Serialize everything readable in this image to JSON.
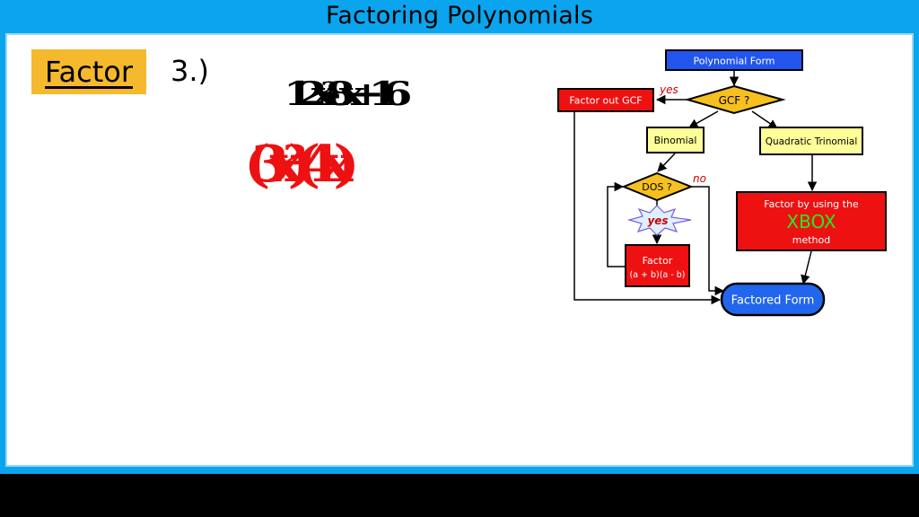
{
  "slide": {
    "title": "Factoring Polynomials",
    "factor_label": "Factor",
    "problem_number": "3.)",
    "expression_line1": "12x²-8x+16",
    "expression_line2": "(3x²)(4x)"
  },
  "colors": {
    "header_bg": "#0aa5ee",
    "factor_label_bg": "#f5b92d",
    "node_blue": "#2255ee",
    "node_red": "#ee1111",
    "node_yellow": "#ffff99",
    "node_gold": "#f5c020",
    "xbox_green": "#22ee22",
    "edge_label_red": "#cc0000"
  },
  "flowchart": {
    "nodes": {
      "polynomial_form": "Polynomial Form",
      "gcf_decision": "GCF ?",
      "factor_out_gcf": "Factor out GCF",
      "binomial": "Binomial",
      "quadratic_trinomial": "Quadratic Trinomial",
      "dos_decision": "DOS ?",
      "yes_burst": "yes",
      "factor_dos_line1": "Factor",
      "factor_dos_line2": "(a + b)(a - b)",
      "xbox_line1": "Factor by using the",
      "xbox_line2": "XBOX",
      "xbox_line3": "method",
      "factored_form": "Factored Form"
    },
    "edge_labels": {
      "gcf_yes": "yes",
      "dos_no": "no"
    }
  }
}
